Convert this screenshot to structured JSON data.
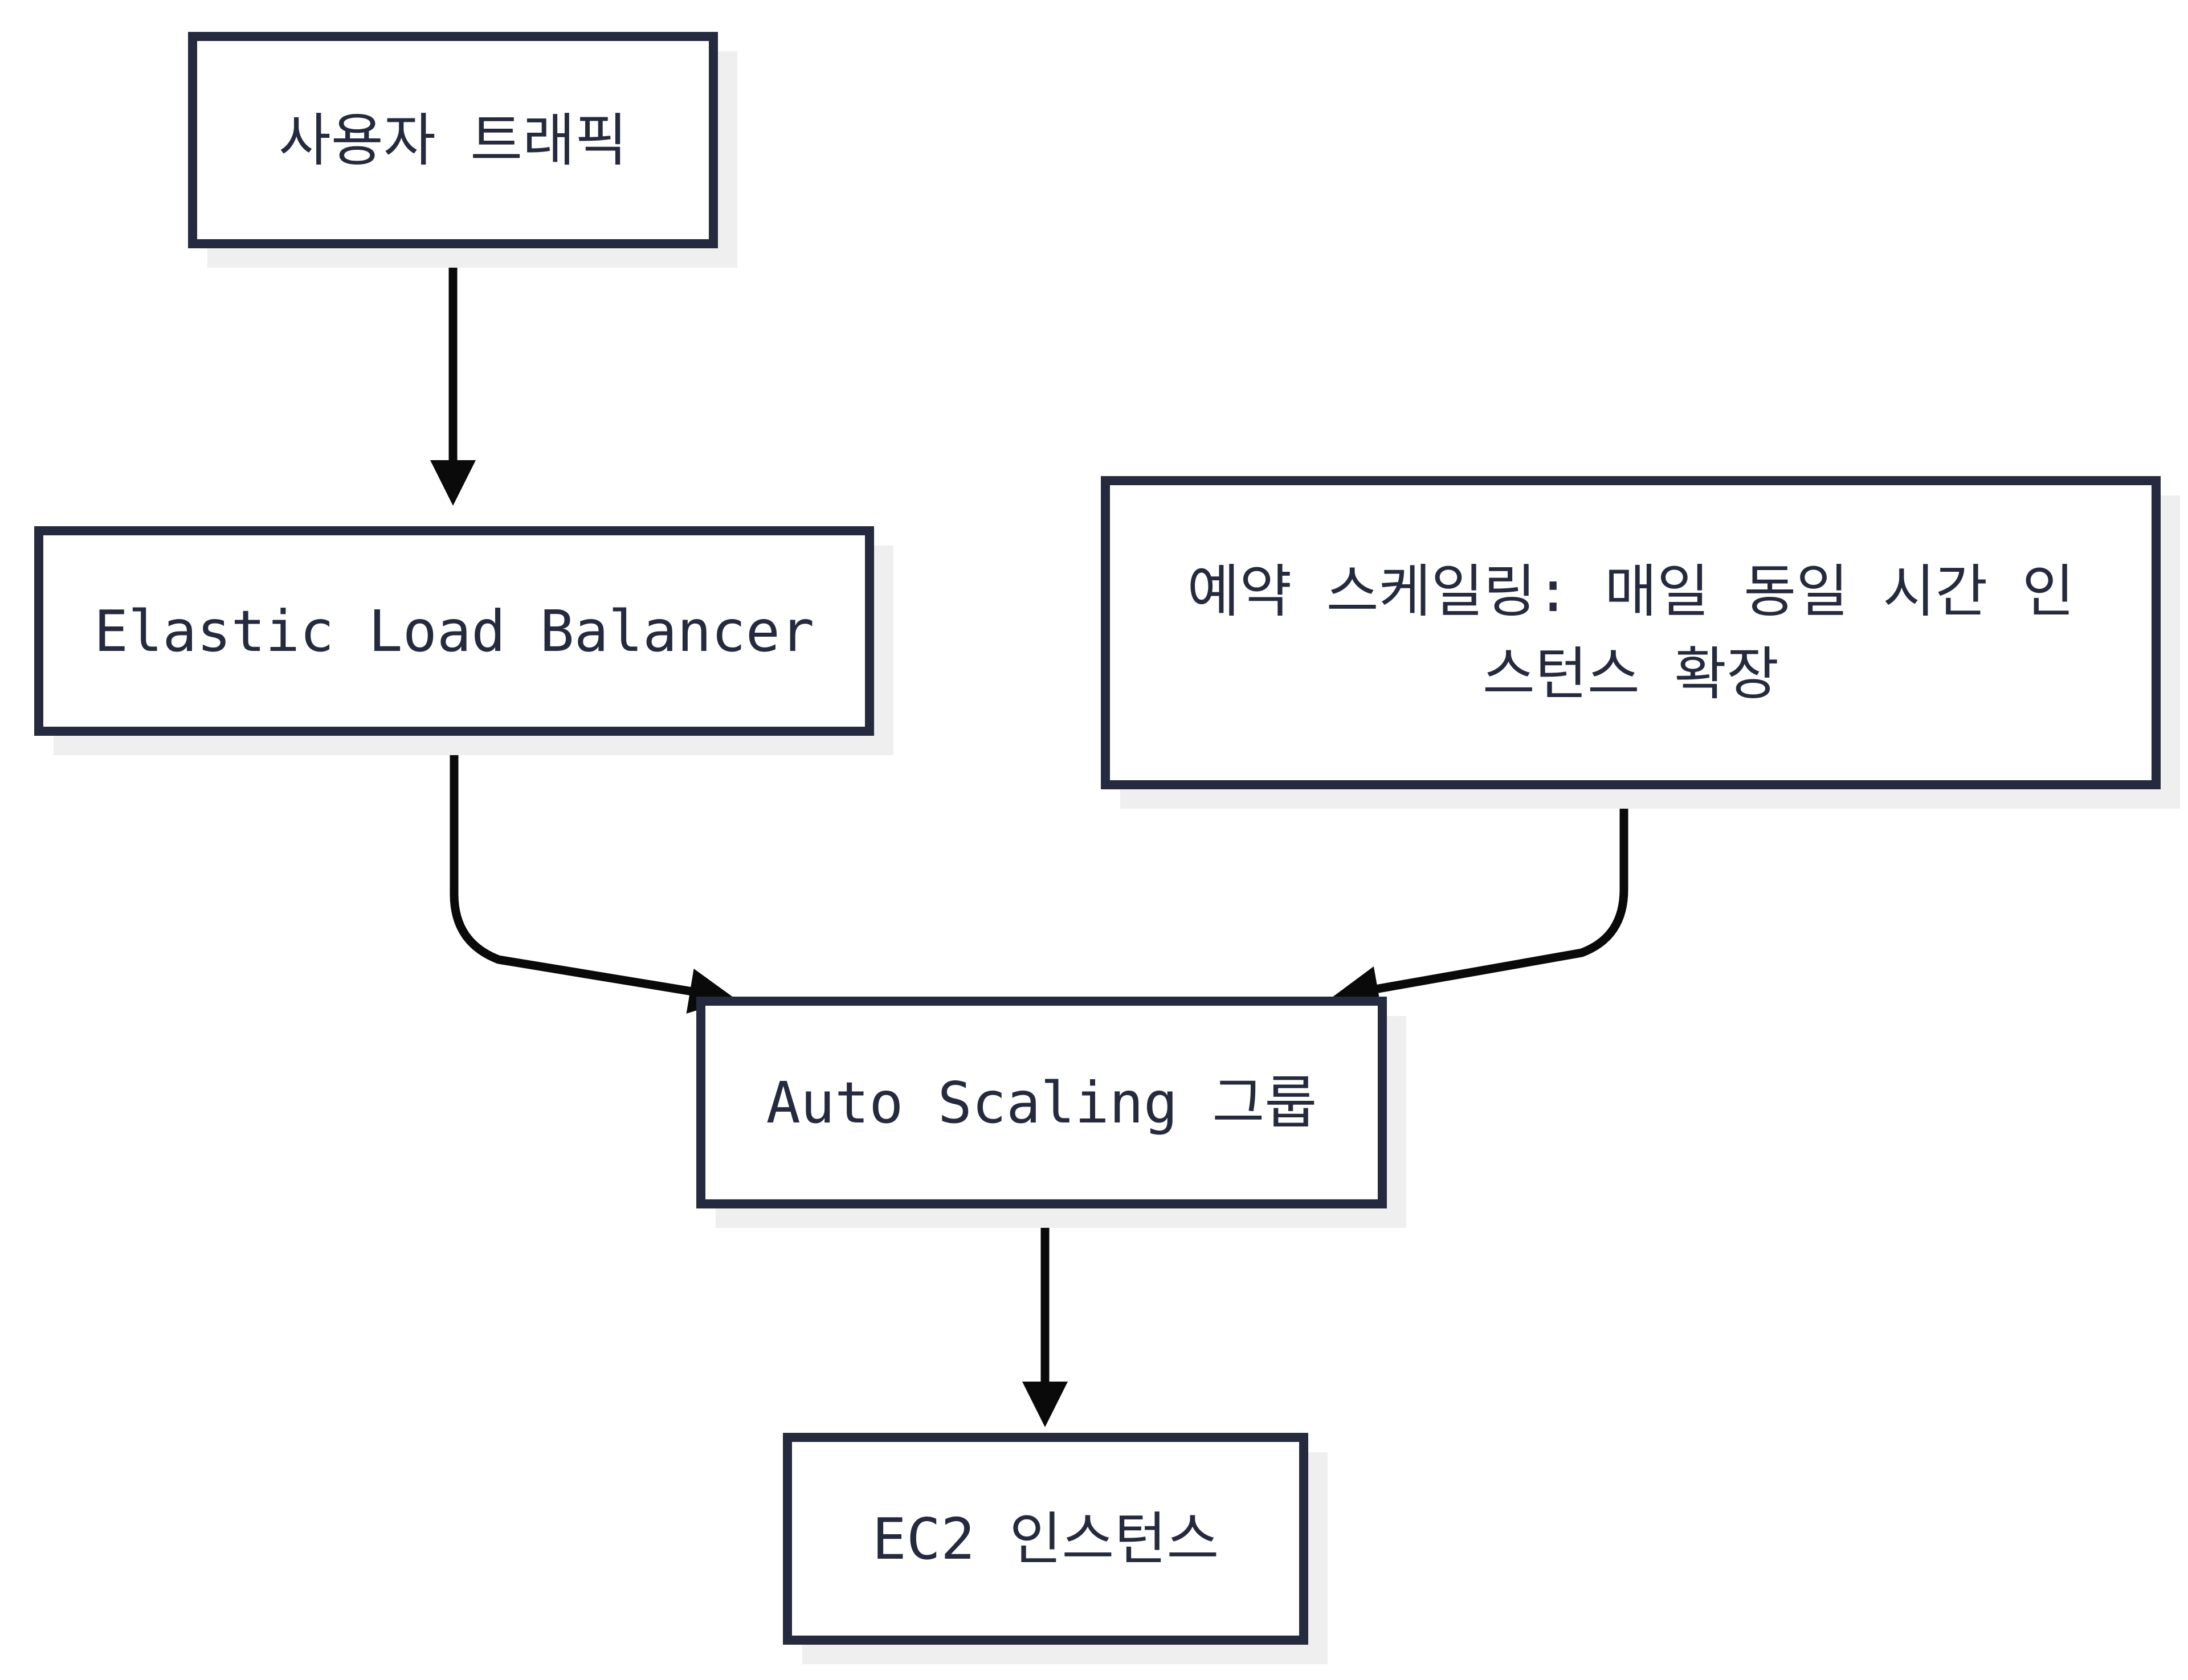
{
  "diagram": {
    "type": "flowchart",
    "direction": "top-down",
    "nodes": [
      {
        "id": "user-traffic",
        "label": "사용자 트래픽"
      },
      {
        "id": "elastic-load-balancer",
        "label": "Elastic Load Balancer"
      },
      {
        "id": "scheduled-scaling",
        "label": "예약 스케일링: 매일 동일 시간 인스턴스 확장",
        "label_line1": "예약 스케일링: 매일 동일 시간 인",
        "label_line2": "스턴스 확장"
      },
      {
        "id": "auto-scaling-group",
        "label": "Auto Scaling 그룹"
      },
      {
        "id": "ec2-instances",
        "label": "EC2 인스턴스"
      }
    ],
    "edges": [
      {
        "from": "user-traffic",
        "to": "elastic-load-balancer"
      },
      {
        "from": "elastic-load-balancer",
        "to": "auto-scaling-group"
      },
      {
        "from": "scheduled-scaling",
        "to": "auto-scaling-group"
      },
      {
        "from": "auto-scaling-group",
        "to": "ec2-instances"
      }
    ],
    "colors": {
      "background": "#ffffff",
      "node_fill": "#ffffff",
      "node_border": "#262a3e",
      "node_text": "#262a3e",
      "node_shadow": "#efefef",
      "edge_line": "#0a0a0a"
    }
  }
}
